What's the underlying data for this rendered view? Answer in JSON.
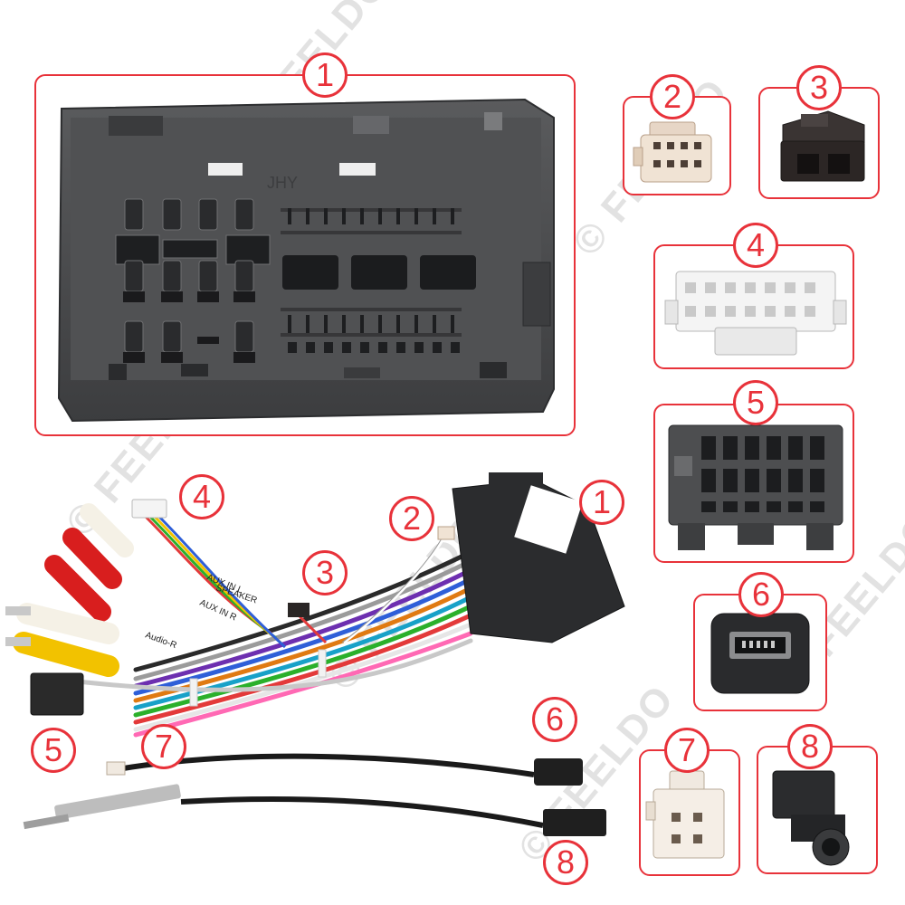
{
  "watermark": {
    "text": "© FEELDO",
    "text_alt": "© FEELDO"
  },
  "callouts": {
    "main_1": "1",
    "conn_2": "2",
    "conn_3": "3",
    "conn_4": "4",
    "conn_5": "5",
    "conn_6": "6",
    "conn_7": "7",
    "conn_8": "8",
    "harness_1": "1",
    "harness_2": "2",
    "harness_3": "3",
    "harness_4": "4",
    "harness_5": "5",
    "harness_6": "6",
    "harness_7": "7",
    "harness_8": "8"
  },
  "connector_1": {
    "marking": "JHY"
  },
  "harness_labels": {
    "speaker": "SPEAKER",
    "aux_l": "AUX IN L",
    "aux_r": "AUX IN R",
    "audio": "Audio-R"
  },
  "colors": {
    "accent": "#e8323a",
    "connector_dark": "#4a4b4d",
    "connector_white": "#f2f2f2",
    "rca_red": "#d81e1e",
    "rca_yellow": "#f2c200",
    "rca_white": "#f5f1e6"
  }
}
